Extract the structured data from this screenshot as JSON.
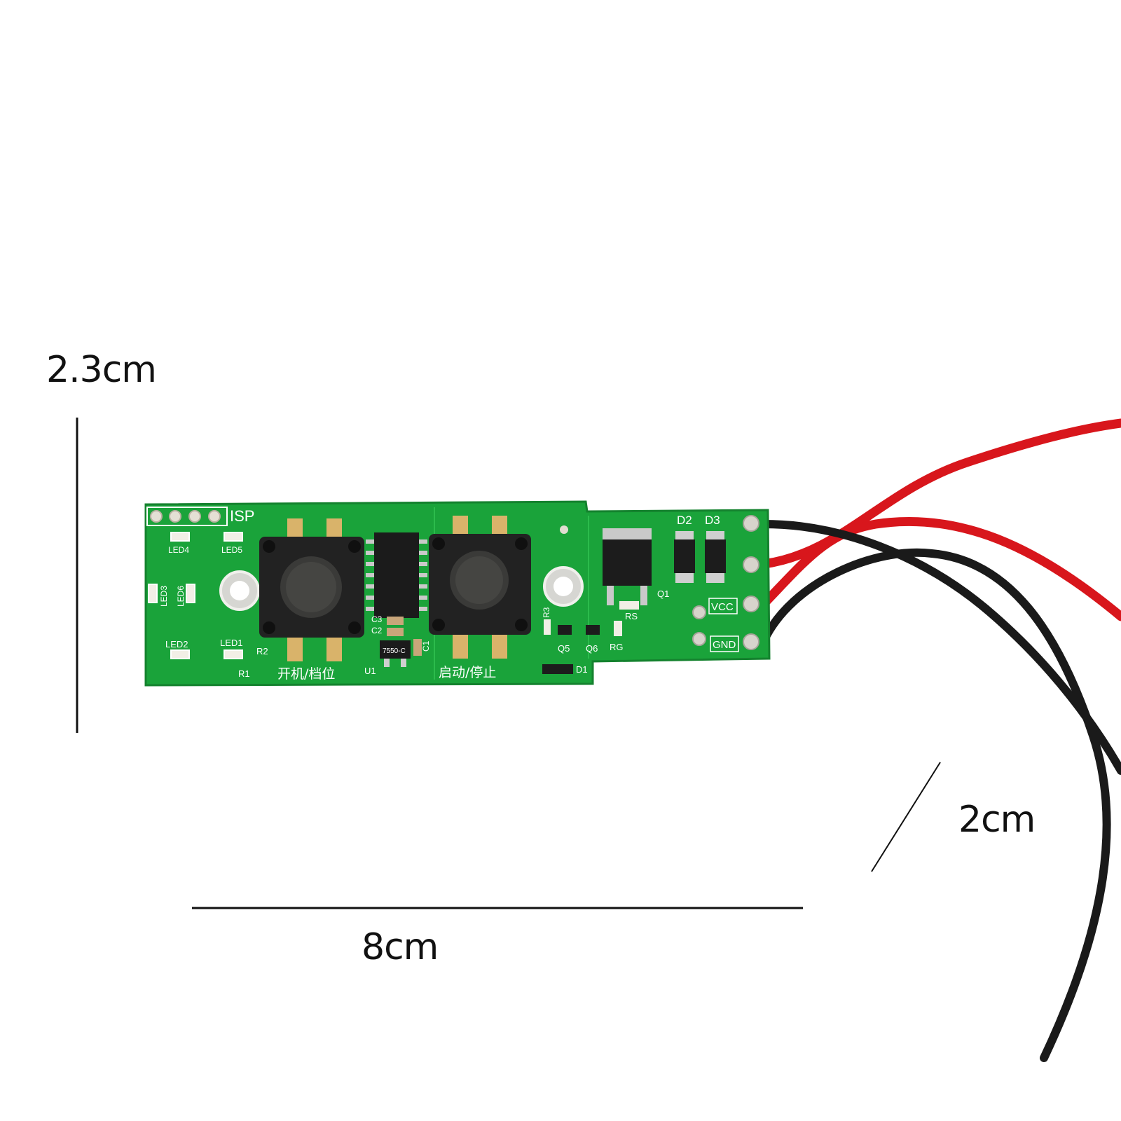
{
  "dimensions": {
    "height_label": "2.3cm",
    "depth_label": "2cm",
    "width_label": "8cm"
  },
  "board": {
    "color": "#1aa33a",
    "header_label": "ISP",
    "led_labels": [
      "LED4",
      "LED5",
      "LED3",
      "LED6",
      "LED2",
      "LED1"
    ],
    "component_labels": {
      "r1": "R1",
      "r2": "R2",
      "r3": "R3",
      "rs": "RS",
      "rg": "RG",
      "c1": "C1",
      "c2": "C2",
      "c3": "C3",
      "u1": "U1",
      "q1": "Q1",
      "q5": "Q5",
      "q6": "Q6",
      "d1": "D1",
      "d2": "D2",
      "d3": "D3",
      "chip_marking": "7550-C"
    },
    "button_labels": {
      "left": "开机/档位",
      "right": "启动/停止"
    },
    "power_labels": {
      "vcc": "VCC",
      "gnd": "GND"
    }
  },
  "wires": {
    "red": "#d8161c",
    "black": "#1a1a1a"
  }
}
